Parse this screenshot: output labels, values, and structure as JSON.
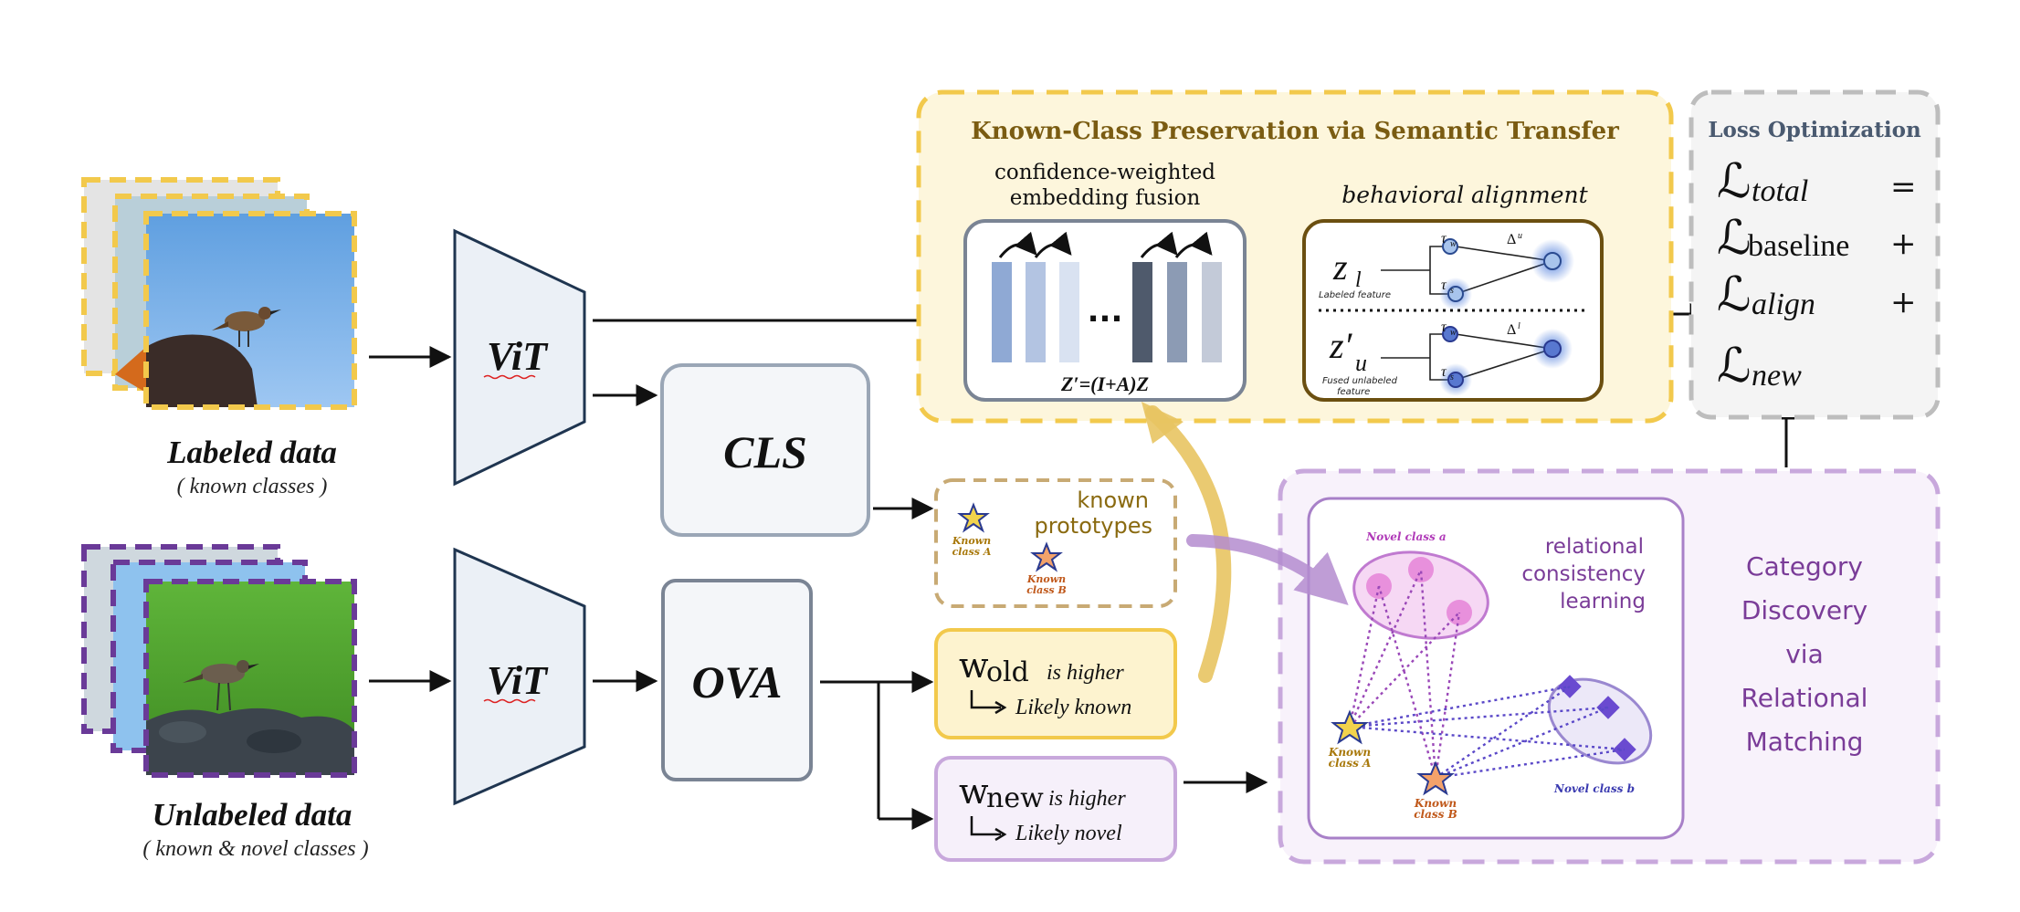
{
  "inputs": {
    "labeled": {
      "title": "Labeled data",
      "subtitle": "( known classes )"
    },
    "unlabeled": {
      "title": "Unlabeled data",
      "subtitle": "( known & novel classes )"
    }
  },
  "encoders": {
    "top": "ViT",
    "bottom": "ViT"
  },
  "heads": {
    "cls": "CLS",
    "ova": "OVA"
  },
  "semantic_transfer": {
    "title": "Known-Class Preservation via Semantic Transfer",
    "fusion_label_line1": "confidence-weighted",
    "fusion_label_line2": "embedding fusion",
    "fusion_dots": "...",
    "fusion_formula": "Z′=(I+A)Z",
    "alignment_title": "behavioral alignment",
    "z_l": "z",
    "z_l_sub": "l",
    "z_l_caption": "Labeled feature",
    "z_u": "z′",
    "z_u_sub": "u",
    "z_u_caption_line1": "Fused unlabeled",
    "z_u_caption_line2": "feature",
    "tau_w": "τ",
    "tau_w_sub": "w",
    "tau_s": "τ",
    "tau_s_sub": "s",
    "delta_top": "Δ",
    "delta_top_sup": "u",
    "delta_bottom": "Δ",
    "delta_bottom_sup": "l"
  },
  "loss": {
    "title": "Loss Optimization",
    "terms": [
      {
        "symbol": "ℒ",
        "sub": "total",
        "op": "="
      },
      {
        "symbol": "ℒ",
        "sub": "baseline",
        "op": "+"
      },
      {
        "symbol": "ℒ",
        "sub": "align",
        "op": "+"
      },
      {
        "symbol": "ℒ",
        "sub": "new",
        "op": ""
      }
    ]
  },
  "prototypes": {
    "label_line1": "known",
    "label_line2": "prototypes",
    "class_a_line1": "Known",
    "class_a_line2": "class  A",
    "class_b_line1": "Known",
    "class_b_line2": "class  B"
  },
  "routing": {
    "old": {
      "w": "w",
      "sub": "old",
      "suffix": "is higher",
      "result": "Likely known"
    },
    "new": {
      "w": "w",
      "sub": "new",
      "suffix": "is higher",
      "result": "Likely novel"
    }
  },
  "discovery": {
    "title_lines": [
      "Category",
      "Discovery",
      "via",
      "Relational",
      "Matching"
    ],
    "relational_lines": [
      "relational",
      "consistency",
      "learning"
    ],
    "novel_a": "Novel class  a",
    "novel_b": "Novel class  b",
    "known_a_line1": "Known",
    "known_a_line2": "class  A",
    "known_b_line1": "Known",
    "known_b_line2": "class  B"
  },
  "colors": {
    "gold": "#f2c94c",
    "gold_fill": "#fdf6dc",
    "purple": "#c8a8dc",
    "purple_fill": "#f8f2fb",
    "gray_dash": "#bdbdbd",
    "navy": "#1f3550",
    "title_brown": "#7a5c12",
    "discovery_purple": "#7a3c98",
    "loss_title": "#4a5a70"
  }
}
